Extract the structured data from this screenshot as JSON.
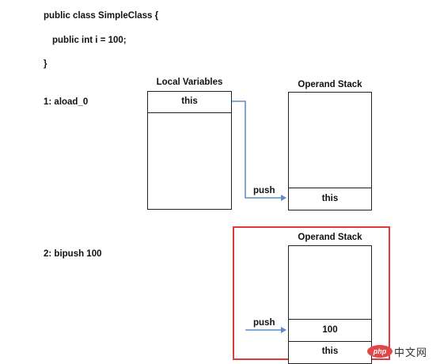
{
  "code": {
    "line1": "public class SimpleClass {",
    "line2": "public int i = 100;",
    "line3": "}"
  },
  "step1": {
    "instruction": "1: aload_0",
    "local_variables_title": "Local Variables",
    "local_variables_cell": "this",
    "operand_stack_title": "Operand Stack",
    "operand_stack_cells": [
      "this"
    ],
    "push_label": "push"
  },
  "step2": {
    "instruction": "2: bipush 100",
    "operand_stack_title": "Operand Stack",
    "operand_stack_cells": [
      "100",
      "this"
    ],
    "push_label": "push"
  },
  "colors": {
    "arrow": "#5b8fc9",
    "highlight": "#e03c3c",
    "line": "#222222"
  },
  "watermark": {
    "badge": "php",
    "text": "中文网"
  }
}
